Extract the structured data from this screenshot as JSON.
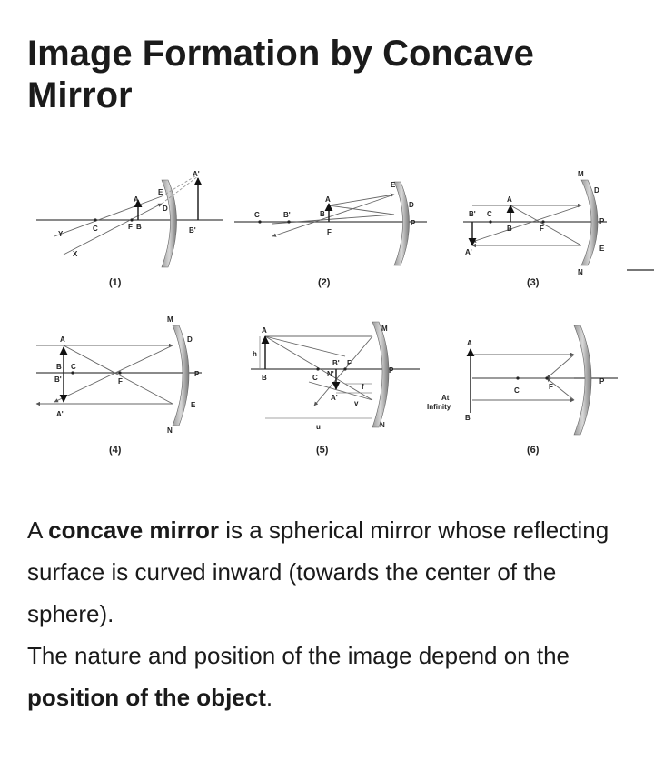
{
  "title": "Image Formation by Concave Mirror",
  "diagrams": [
    {
      "caption": "(1)",
      "labels": [
        "Y",
        "X",
        "C",
        "F",
        "B",
        "A",
        "E",
        "D",
        "A'",
        "B'"
      ]
    },
    {
      "caption": "(2)",
      "labels": [
        "C",
        "B'",
        "B",
        "A",
        "F",
        "E",
        "D",
        "P"
      ]
    },
    {
      "caption": "(3)",
      "labels": [
        "B'",
        "C",
        "A",
        "B",
        "F",
        "A'",
        "M",
        "D",
        "P",
        "E",
        "N"
      ]
    },
    {
      "caption": "(4)",
      "labels": [
        "A",
        "B",
        "C",
        "B'",
        "F",
        "A'",
        "M",
        "D",
        "P",
        "E",
        "N"
      ]
    },
    {
      "caption": "(5)",
      "labels": [
        "A",
        "h",
        "B",
        "C",
        "B'",
        "F",
        "N'",
        "A'",
        "f",
        "v",
        "u",
        "M",
        "P",
        "N"
      ]
    },
    {
      "caption": "(6)",
      "labels": [
        "A",
        "At",
        "Infinity",
        "B",
        "C",
        "F",
        "P"
      ]
    }
  ],
  "paragraph1": {
    "prefix": "A ",
    "bold": "concave mirror",
    "suffix": " is a spherical mirror whose reflecting surface is curved inward (towards the center of the sphere)."
  },
  "paragraph2": {
    "prefix": "The nature and position of the image depend on the ",
    "bold": "position of the object",
    "suffix": "."
  }
}
